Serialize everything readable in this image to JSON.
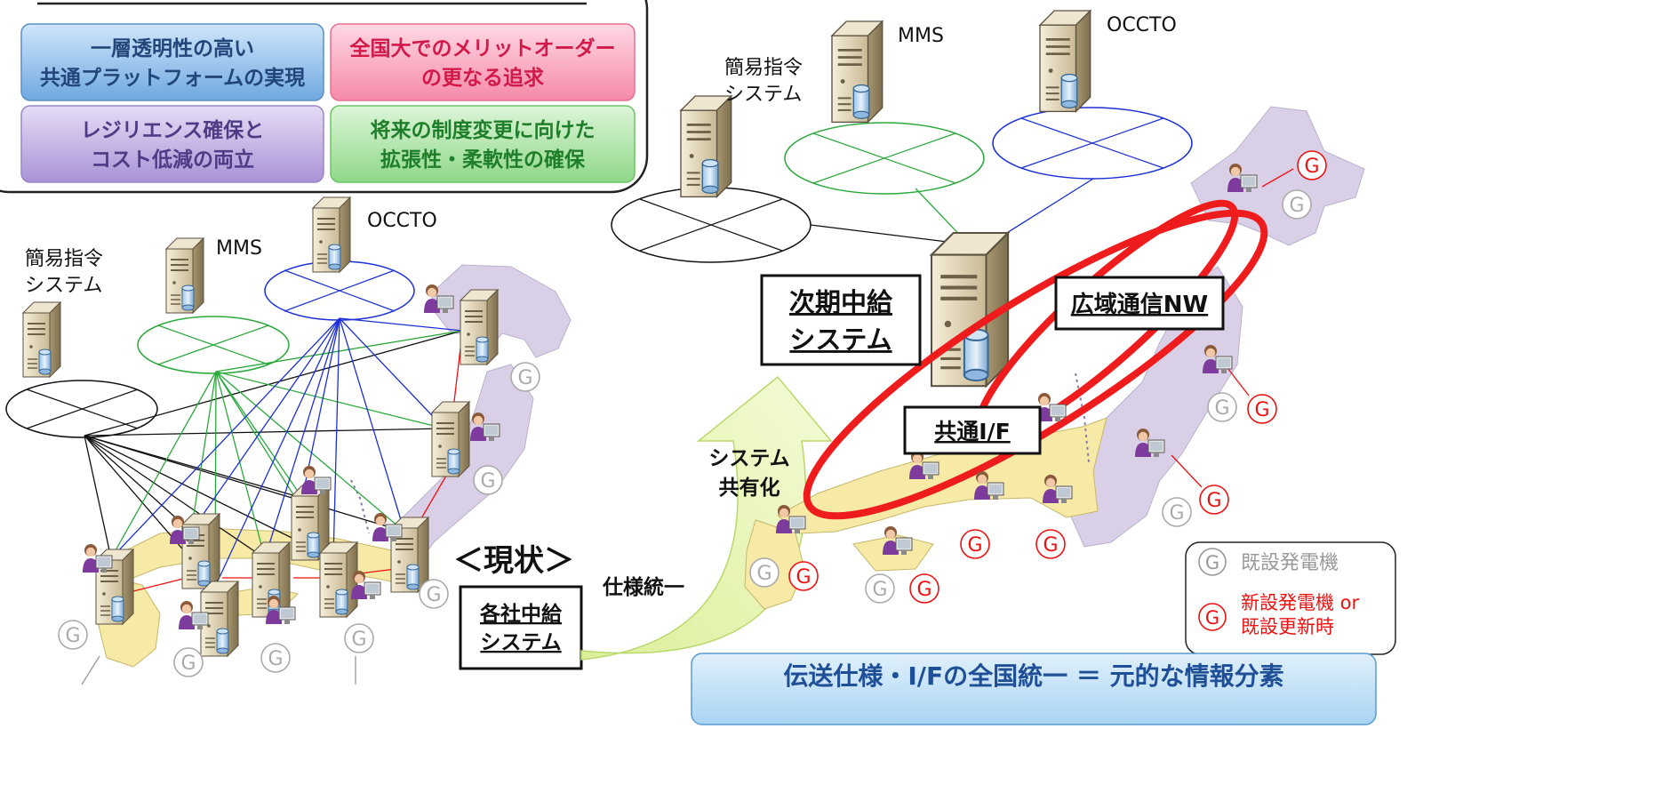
{
  "goals": {
    "blue": [
      "一層透明性の高い",
      "共通プラットフォームの実現"
    ],
    "red": [
      "全国大でのメリットオーダー",
      "の更なる追求"
    ],
    "purple": [
      "レジリエンス確保と",
      "コスト低減の両立"
    ],
    "green": [
      "将来の制度変更に向けた",
      "拡張性・柔軟性の確保"
    ]
  },
  "current": {
    "title": "＜現状＞",
    "server_labels": {
      "mms": "MMS",
      "occto": "OCCTO",
      "simple": [
        "簡易指令",
        "システム"
      ]
    },
    "box": [
      "各社中給",
      "システム"
    ],
    "generator_mark": "G"
  },
  "arrow": {
    "label_spec": "仕様統一",
    "label_share": [
      "システム",
      "共有化"
    ]
  },
  "future": {
    "server_labels": {
      "mms": "MMS",
      "occto": "OCCTO",
      "simple": [
        "簡易指令",
        "システム"
      ]
    },
    "next_system": [
      "次期中給",
      "システム"
    ],
    "wide_area": "広域通信NW",
    "common_if": "共通I/F",
    "generator_mark": "G"
  },
  "legend": {
    "existing": "既設発電機",
    "new": [
      "新設発電機 or",
      "既設更新時"
    ]
  },
  "bottom_banner": "伝送仕様・I/Fの全国統一 ＝ 元的な情報分素"
}
